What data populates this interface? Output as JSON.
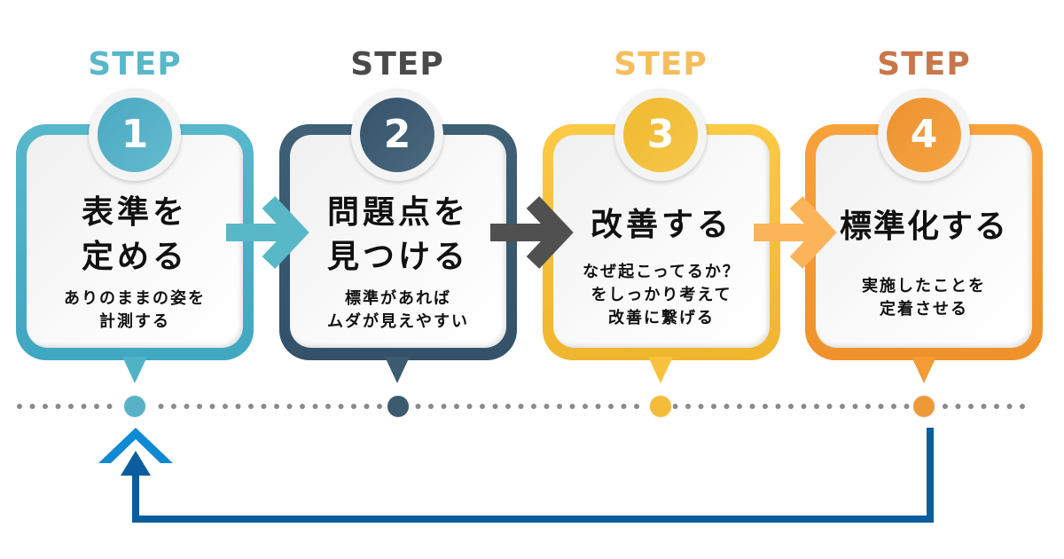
{
  "steps": [
    {
      "step_label": "STEP",
      "number": "1",
      "title_line1": "表準を",
      "title_line2": "定める",
      "desc_line1": "ありのままの姿を",
      "desc_line2": "計測する",
      "desc_line3": "",
      "color": "#4fb3c8",
      "label_color": "#58b7c9"
    },
    {
      "step_label": "STEP",
      "number": "2",
      "title_line1": "問題点を",
      "title_line2": "見つける",
      "desc_line1": "標準があれば",
      "desc_line2": "ムダが見えやすい",
      "desc_line3": "",
      "color": "#3d5b6f",
      "label_color": "#4a4a4a"
    },
    {
      "step_label": "STEP",
      "number": "3",
      "title_line1": "改善する",
      "title_line2": "",
      "desc_line1": "なぜ起こってるか？",
      "desc_line2": "をしっかり考えて",
      "desc_line3": "改善に繋げる",
      "color": "#f7c13d",
      "label_color": "#f5bd5c"
    },
    {
      "step_label": "STEP",
      "number": "4",
      "title_line1": "標準化する",
      "title_line2": "",
      "desc_line1": "実施したことを",
      "desc_line2": "定着させる",
      "desc_line3": "",
      "color": "#f59b35",
      "label_color": "#c9774a"
    }
  ],
  "arrows": [
    {
      "from": 1,
      "to": 2,
      "color": "#58b8c8"
    },
    {
      "from": 2,
      "to": 3,
      "color": "#505050"
    },
    {
      "from": 3,
      "to": 4,
      "color": "#fbb45a"
    }
  ],
  "loop_arrow": {
    "from": 4,
    "to": 1,
    "color": "#0b5e9d",
    "head_color": "#1089d3"
  },
  "timeline": {
    "dot_color": "#8a8a8a"
  }
}
